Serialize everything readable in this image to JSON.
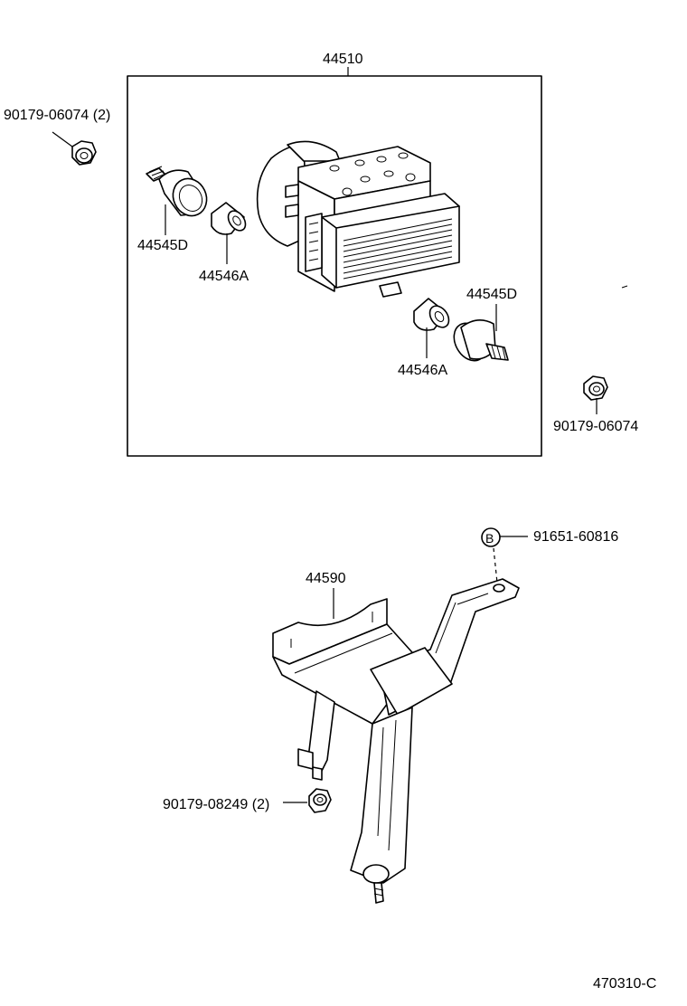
{
  "assembly_label": "44510",
  "parts": {
    "nut_top_left": "90179-06074 (2)",
    "damper_left": "44545D",
    "sleeve_left": "44546A",
    "damper_right": "44545D",
    "sleeve_right": "44546A",
    "nut_right": "90179-06074",
    "bolt_b": "91651-60816",
    "bolt_b_marker": "B",
    "bracket": "44590",
    "nut_bottom": "90179-08249 (2)"
  },
  "diagram_id": "470310-C"
}
